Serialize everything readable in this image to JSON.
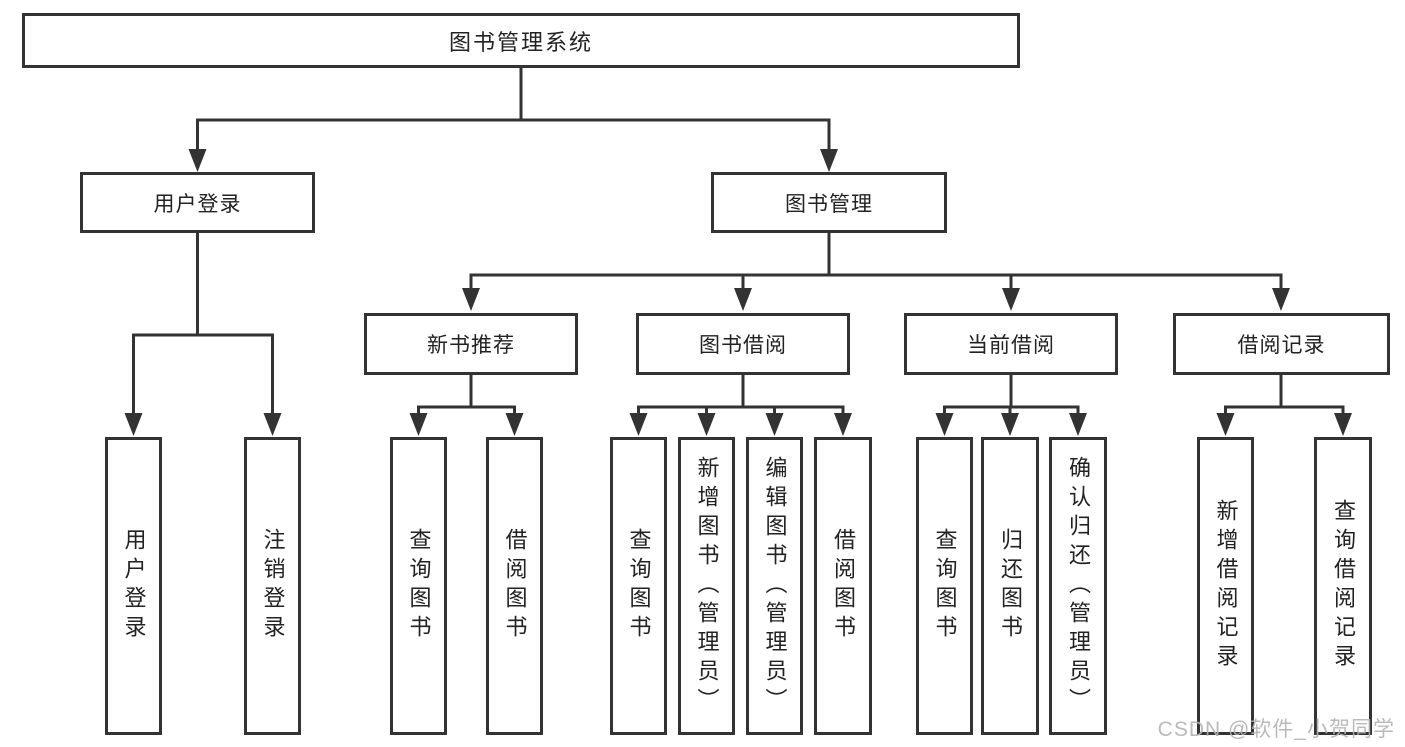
{
  "diagram": {
    "root": {
      "label": "图书管理系统",
      "children": [
        {
          "label": "用户登录",
          "children": [
            {
              "label": "用户登录"
            },
            {
              "label": "注销登录"
            }
          ]
        },
        {
          "label": "图书管理",
          "children": [
            {
              "label": "新书推荐",
              "children": [
                {
                  "label": "查询图书"
                },
                {
                  "label": "借阅图书"
                }
              ]
            },
            {
              "label": "图书借阅",
              "children": [
                {
                  "label": "查询图书"
                },
                {
                  "label": "新增图书（管理员）"
                },
                {
                  "label": "编辑图书（管理员）"
                },
                {
                  "label": "借阅图书"
                }
              ]
            },
            {
              "label": "当前借阅",
              "children": [
                {
                  "label": "查询图书"
                },
                {
                  "label": "归还图书"
                },
                {
                  "label": "确认归还（管理员）"
                }
              ]
            },
            {
              "label": "借阅记录",
              "children": [
                {
                  "label": "新增借阅记录"
                },
                {
                  "label": "查询借阅记录"
                }
              ]
            }
          ]
        }
      ]
    }
  },
  "watermark": {
    "text": "CSDN @软件_小贺同学"
  },
  "colors": {
    "line": "#333333",
    "border": "#333333",
    "text": "#222222",
    "background": "#ffffff",
    "watermark": "#b3b3b3"
  }
}
